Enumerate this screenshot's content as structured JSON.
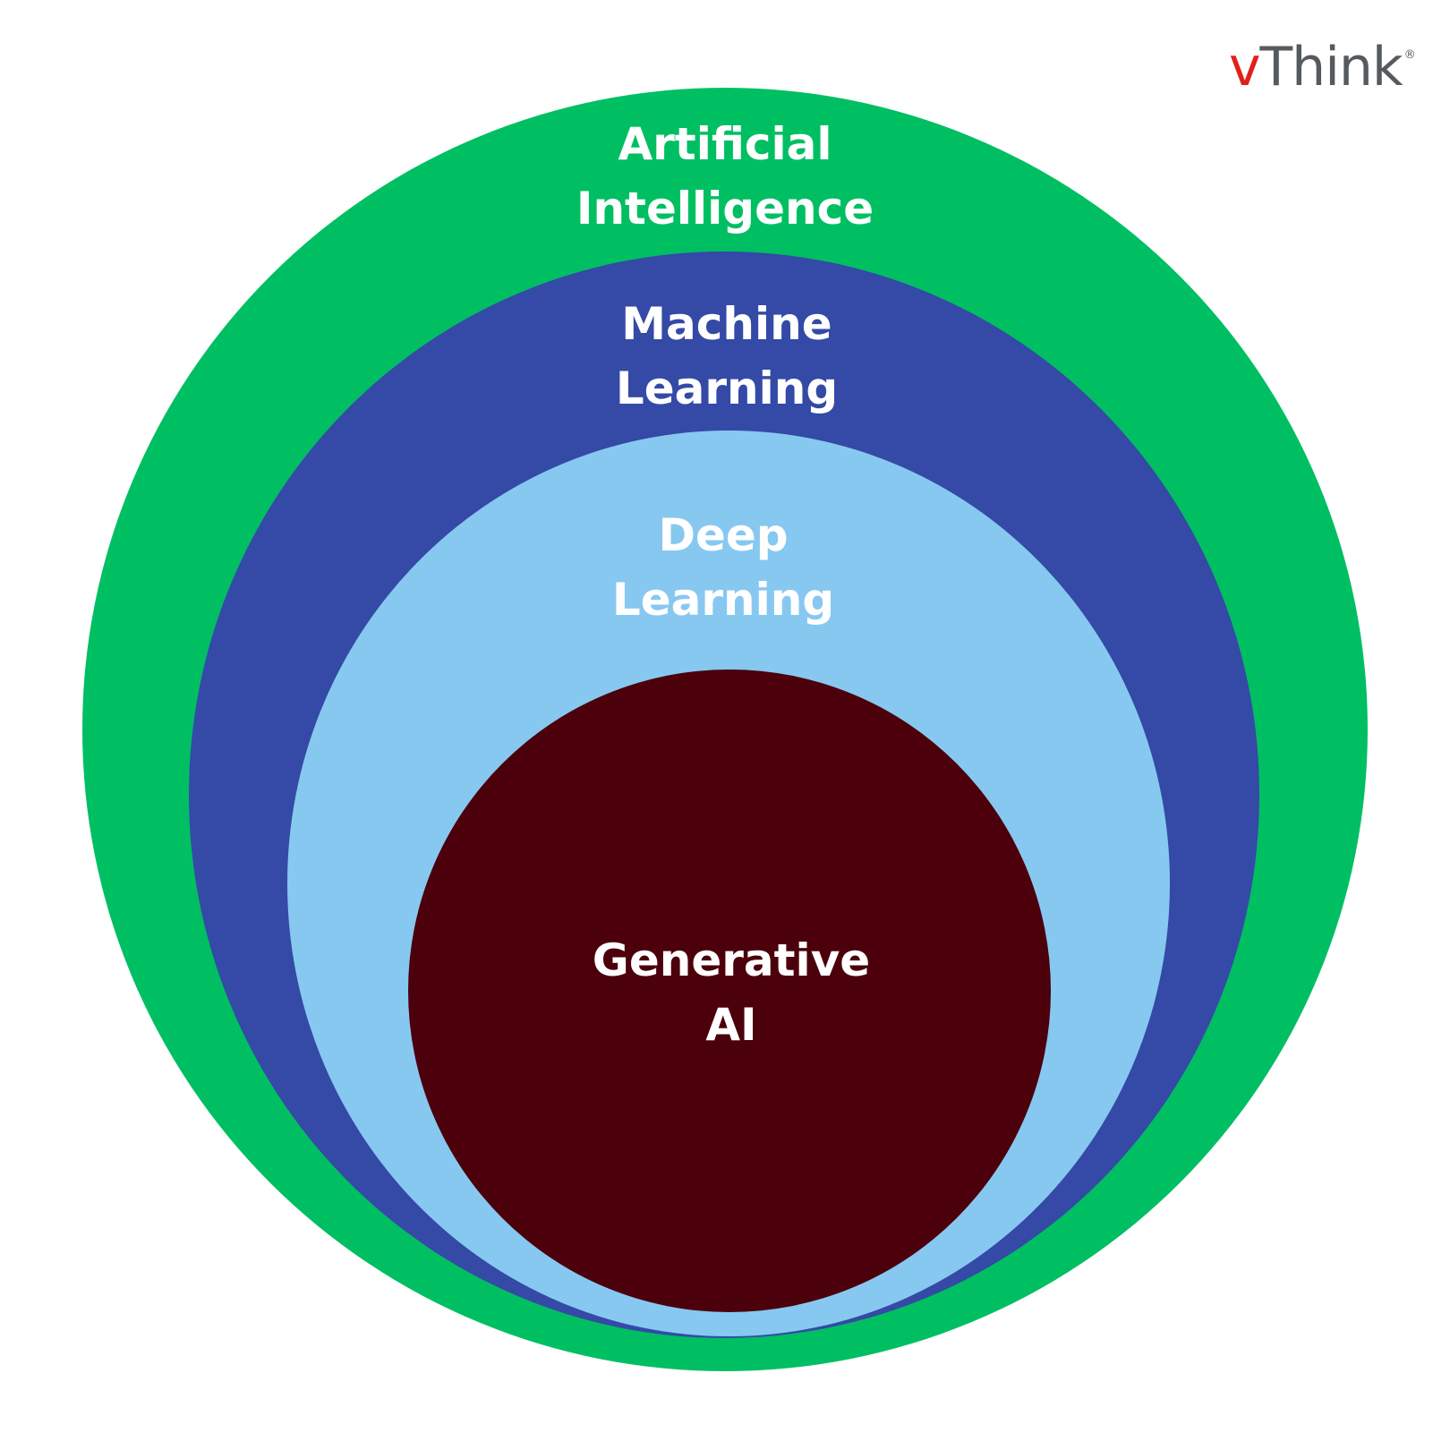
{
  "brand": {
    "logo_accent": "v",
    "logo_rest": "Think",
    "registered_mark": "®",
    "accent_color": "#e0201b",
    "text_color": "#555a5e"
  },
  "diagram": {
    "circles": [
      {
        "id": "ai",
        "lines": [
          "Artificial",
          "Intelligence"
        ],
        "color": "#00bf63"
      },
      {
        "id": "ml",
        "lines": [
          "Machine",
          "Learning"
        ],
        "color": "#344aa6"
      },
      {
        "id": "dl",
        "lines": [
          "Deep",
          "Learning"
        ],
        "color": "#87c8f1"
      },
      {
        "id": "gen",
        "lines": [
          "Generative",
          "AI"
        ],
        "color": "#4b000b"
      }
    ]
  }
}
